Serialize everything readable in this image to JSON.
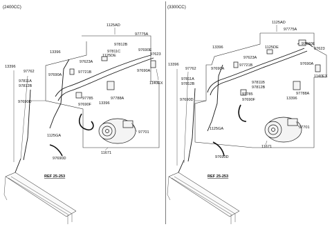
{
  "left_panel": {
    "header": "(2400CC)",
    "labels": {
      "p1125AD": "1125AD",
      "p97775A": "97775A",
      "p13396a": "13396",
      "p97812B": "97812B",
      "p97811C": "97811C",
      "p97690E": "97690E",
      "p1125DE": "1125DE",
      "p97623": "97623",
      "p13396b": "13396",
      "p97762": "97762",
      "p97690Aa": "97690A",
      "p97721B": "97721B",
      "p97623A": "97623A",
      "p97690Ab": "97690A",
      "p1140EX": "1140EX",
      "p97811A": "97811A",
      "p97812Bb": "97812B",
      "p97785": "97785",
      "p97690F": "97690F",
      "p97788A": "97788A",
      "p13396c": "13396",
      "p97690D": "97690D",
      "p1125GA": "1125GA",
      "p97701": "97701",
      "p11671": "11671",
      "p97690Db": "97690D",
      "ref": "REF 25-253"
    }
  },
  "right_panel": {
    "header": "(3300CC)",
    "labels": {
      "p1125AD": "1125AD",
      "p97775A": "97775A",
      "p13396a": "13396",
      "p1125DE": "1125DE",
      "p97690E": "97690E",
      "p97623": "97623",
      "p97623A": "97623A",
      "p13396b": "13396",
      "p97762": "97762",
      "p97690A": "97690A",
      "p97721B": "97721B",
      "p97690Ab": "97690A",
      "p1140EX": "1140EX",
      "p97811A": "97811A",
      "p97812B": "97812B",
      "p97811B": "97811B",
      "p97812Bb": "97812B",
      "p97785": "97785",
      "p97690F": "97690F",
      "p97788A": "97788A",
      "p13396c": "13396",
      "p97690D": "97690D",
      "p1125GA": "1125GA",
      "p97701": "97701",
      "p11671": "11671",
      "p97690Db": "97690D",
      "ref": "REF 25-253"
    }
  }
}
